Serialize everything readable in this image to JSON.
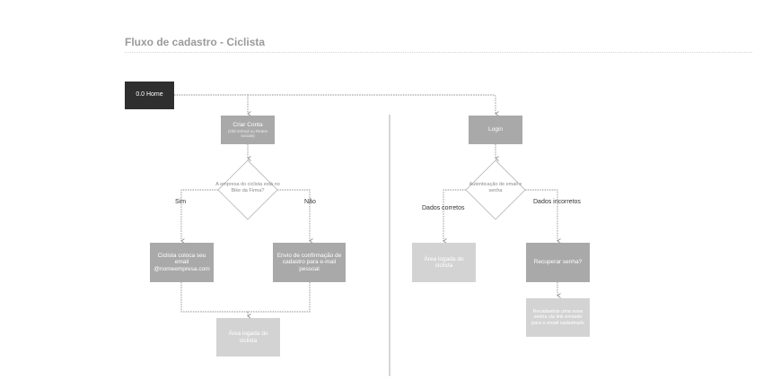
{
  "title": "Fluxo de cadastro - Ciclista",
  "nodes": {
    "home": "0.0 Home",
    "criar_conta": "Criar Conta",
    "criar_conta_sub": "(Old School ou Redes sociais)",
    "empresa_question": "A empresa do ciclista está no Bike da Firma?",
    "sim": "Sim",
    "nao": "Não",
    "ciclista_email": "Ciclista coloca seu email @nomeempresa.com",
    "envio_confirmacao": "Envio de confirmação de cadastro para e-mail pessoal",
    "area_logada_left": "Área logada do ciclista",
    "login": "Login",
    "auth_question": "Autenticação de email e senha",
    "dados_corretos": "Dados corretos",
    "dados_incorretos": "Dados incorretos",
    "area_logada_right": "Área logada do ciclista",
    "recuperar_senha": "Recuperar senha?",
    "recadastrar": "Recadastrar uma nova senha via link enviado para o email cadastrado"
  },
  "colors": {
    "dark": "#2f2f2f",
    "mid": "#a9a9a9",
    "light": "#d3d3d3",
    "connector": "#8c8c8c"
  }
}
